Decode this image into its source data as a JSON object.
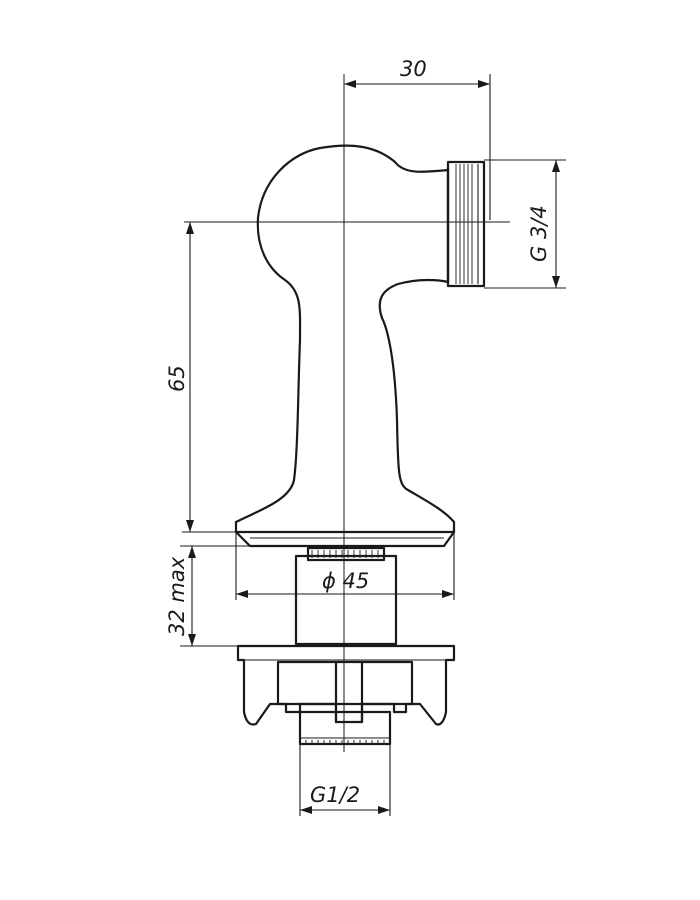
{
  "dimensions": {
    "top_width": "30",
    "side_thread": "G 3/4",
    "height": "65",
    "flange_diameter": "ϕ 45",
    "max_length": "32 max",
    "bottom_thread": "G1/2"
  }
}
